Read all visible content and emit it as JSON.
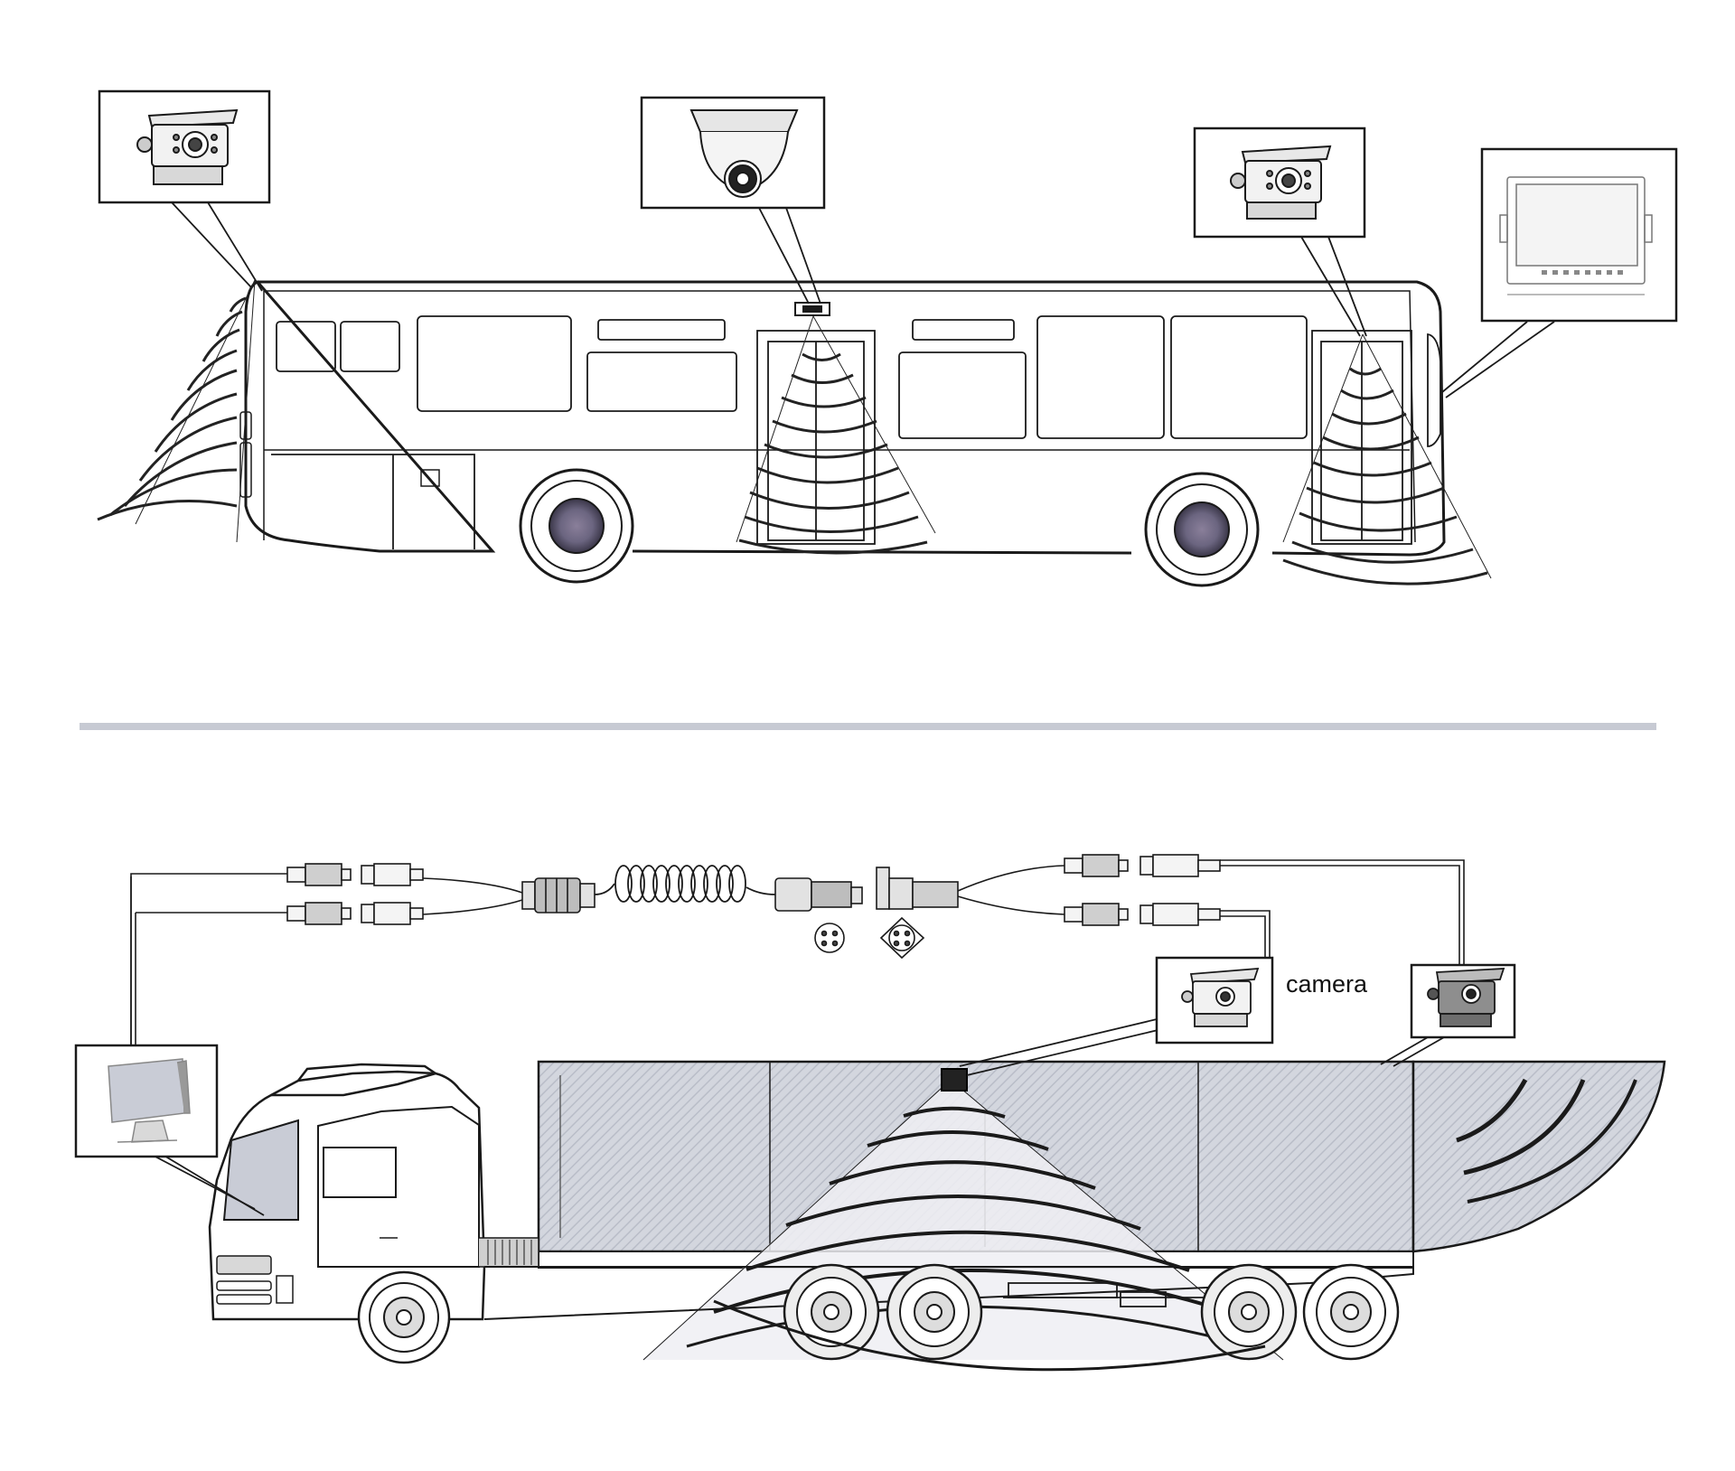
{
  "scenes": [
    {
      "id": "bus",
      "callouts": [
        {
          "id": "rear-camera",
          "icon": "box-camera-icon"
        },
        {
          "id": "interior-camera",
          "icon": "dome-camera-icon"
        },
        {
          "id": "door-camera",
          "icon": "box-camera-icon"
        },
        {
          "id": "driver-monitor",
          "icon": "monitor-icon"
        }
      ]
    },
    {
      "id": "truck",
      "callouts": [
        {
          "id": "cab-monitor",
          "icon": "monitor-icon"
        },
        {
          "id": "side-camera",
          "icon": "box-camera-icon"
        },
        {
          "id": "rear-camera",
          "icon": "box-camera-icon"
        }
      ],
      "labels": {
        "camera": "camera"
      },
      "cable": [
        "rca-connector-icon",
        "4-pin-connector-icon",
        "coiled-cable-icon",
        "4-pin-socket-icon"
      ]
    }
  ],
  "colors": {
    "line": "#1a1a1a",
    "cargo_fill": "#c9ccd6",
    "divider": "#c7cad3",
    "coverage": "#222222"
  }
}
